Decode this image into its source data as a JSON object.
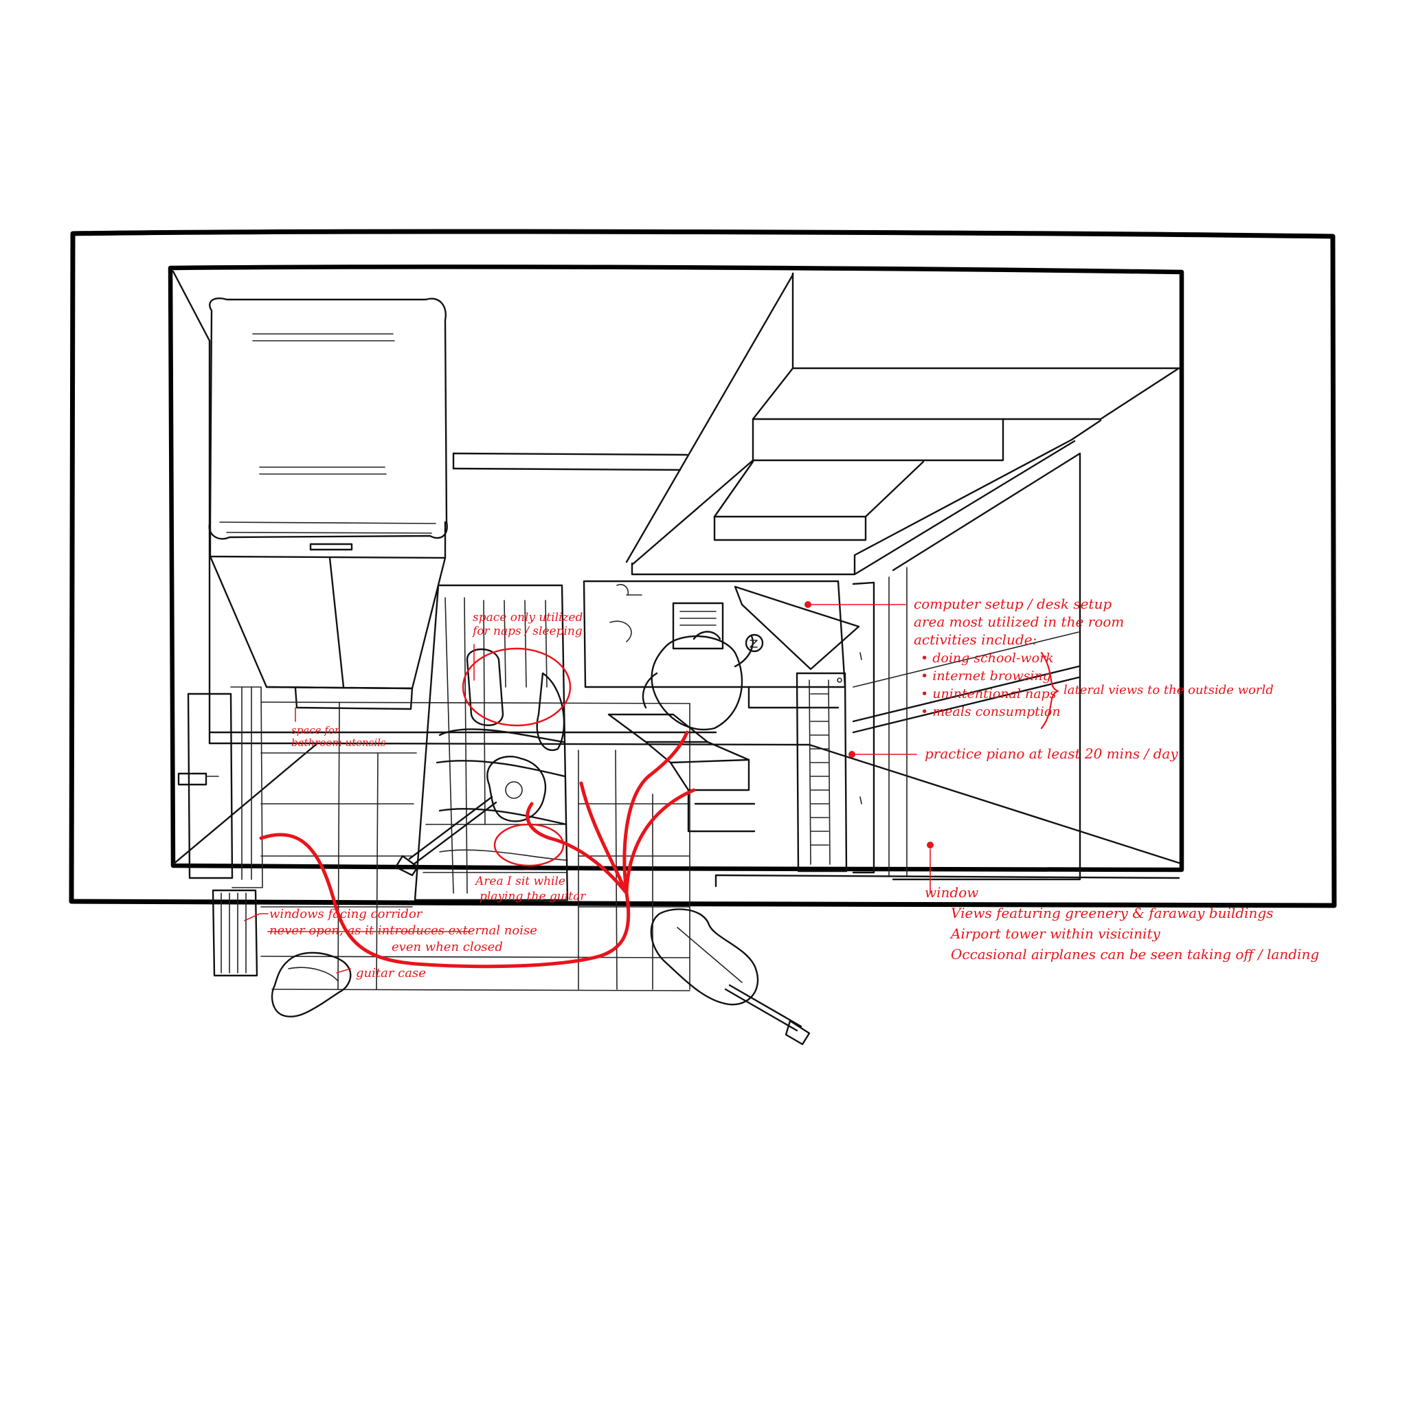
{
  "colors": {
    "ink": "#111111",
    "annotation": "#e8141b",
    "background": "#ffffff"
  },
  "annotations": {
    "nap_space": {
      "line1": "space only utilized",
      "line2": "for naps / sleeping"
    },
    "bathroom": {
      "line1": "space for",
      "line2": "bathroom utensils"
    },
    "guitar_area": {
      "line1": "Area I sit while",
      "line2": "playing the guitar"
    },
    "computer": {
      "title": "computer setup / desk setup",
      "line2": "area most utilized in the room",
      "line3": "activities include:",
      "bullets": [
        "• doing school-work",
        "• internet browsing",
        "• unintentional naps",
        "• meals consumption"
      ],
      "side": "lateral views to the outside world"
    },
    "piano": {
      "text": "practice piano at least 20 mins / day"
    },
    "window": {
      "title": "window",
      "line1": "Views featuring greenery & faraway buildings",
      "line2": "Airport tower within visicinity",
      "line3": "Occasional airplanes can be seen taking off / landing"
    },
    "corridor": {
      "line1": "windows facing corridor",
      "line2": "never open, as it introduces external noise",
      "line3": "even when closed"
    },
    "guitar_case": {
      "text": "guitar case"
    }
  }
}
